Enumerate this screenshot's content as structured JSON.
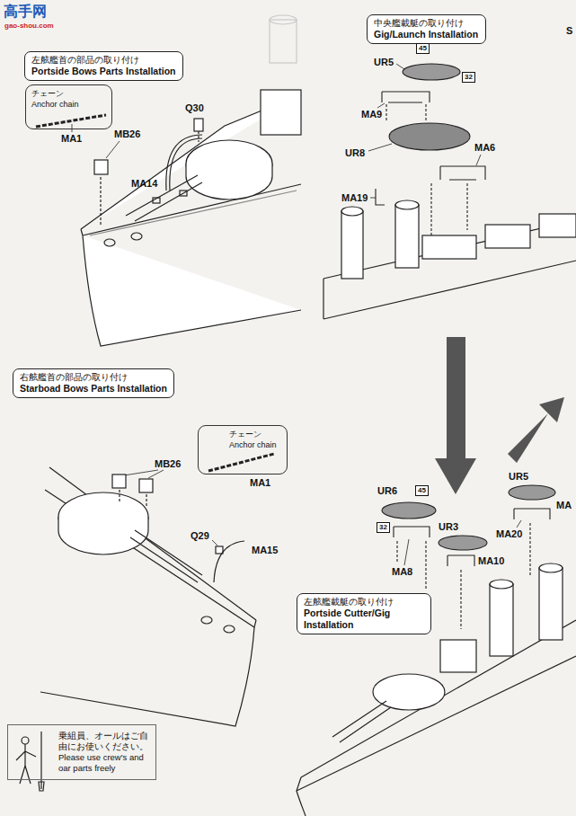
{
  "diagram": {
    "nodes": [
      {
        "text": [
          "左舷艦首の部品の取り付け",
          "Portside Bows Parts Installation"
        ]
      },
      {
        "text": [
          "チェーン",
          "Anchor chain"
        ]
      },
      {
        "text": [
          "中央艦載艇の取り付け",
          "Gig/Launch Installation"
        ]
      },
      {
        "text": [
          "45"
        ]
      },
      {
        "text": [
          "32"
        ]
      },
      {
        "text": [
          "右舷艦首の部品の取り付け",
          "Starboad Bows Parts Installation"
        ]
      },
      {
        "text": [
          "チェーン",
          "Anchor chain"
        ]
      },
      {
        "text": [
          "45"
        ]
      },
      {
        "text": [
          "32"
        ]
      },
      {
        "text": [
          "左舷艦載艇の取り付け",
          "Portside Cutter/Gig Installation"
        ]
      },
      {
        "text": [
          "乗組員、オールはご自由にお使いください。",
          "Please use crew's and oar parts freely"
        ]
      }
    ],
    "labels": [
      "高手网",
      "gao-shou.com",
      "S",
      "MA1",
      "MB26",
      "Q30",
      "MA14",
      "UR5",
      "MA9",
      "UR8",
      "MA6",
      "MA19",
      "MB26",
      "MA1",
      "Q29",
      "MA15",
      "UR6",
      "UR5",
      "MA",
      "UR3",
      "MA20",
      "MA8",
      "MA10"
    ]
  }
}
